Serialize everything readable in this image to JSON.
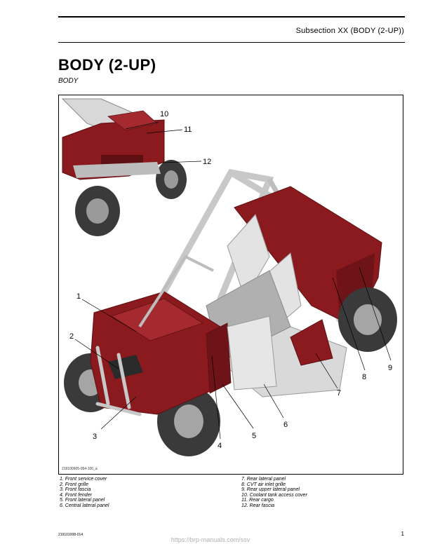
{
  "header": {
    "subsection": "Subsection XX (BODY (2-UP))"
  },
  "page": {
    "title": "BODY (2-UP)",
    "subtitle": "BODY"
  },
  "figure": {
    "code": "219100905-054-100_a",
    "callouts": [
      "1",
      "2",
      "3",
      "4",
      "5",
      "6",
      "7",
      "8",
      "9",
      "10",
      "11",
      "12"
    ]
  },
  "legend": {
    "left": [
      "1.  Front service cover",
      "2.  Front grille",
      "3.  Front fascia",
      "4.  Front fender",
      "5.  Front lateral panel",
      "6.  Central lateral panel"
    ],
    "right": [
      "7.  Rear lateral panel",
      "8.  CVT air inlet grille",
      "9.  Rear upper lateral panel",
      "10. Coolant tank access cover",
      "11. Rear cargo",
      "12. Rear fascia"
    ]
  },
  "footer": {
    "doc_code": "219101008-014",
    "page_number": "1",
    "url": "https://brp-manuals.com/ssv"
  },
  "colors": {
    "body_panel": "#8b1a1e",
    "body_panel_dark": "#5e0f12",
    "frame": "#c8c8c8",
    "tire": "#3a3a3a"
  }
}
